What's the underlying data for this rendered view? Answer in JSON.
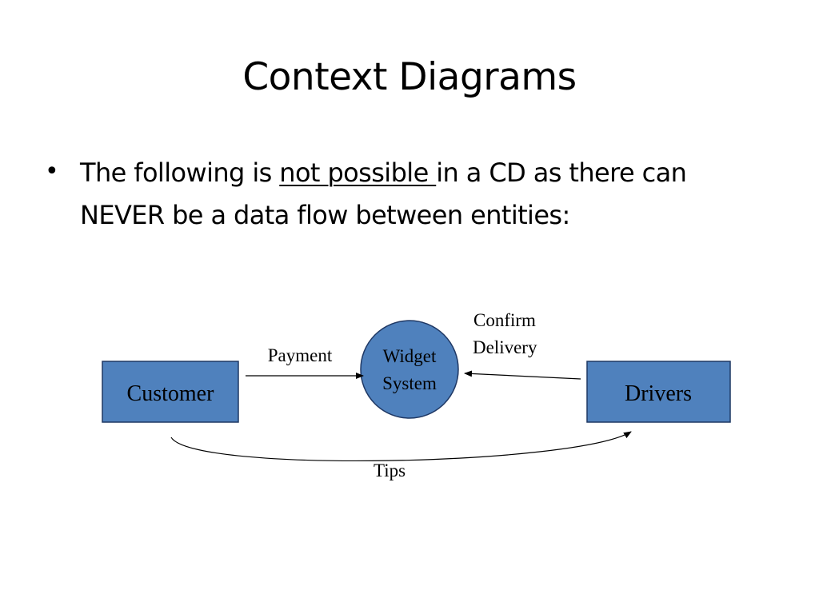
{
  "slide": {
    "title": "Context Diagrams",
    "bullet": {
      "before": "The following is ",
      "underlined": "not possible ",
      "after": "in a CD as there can NEVER be a data flow between entities:"
    }
  },
  "diagram": {
    "entities": {
      "customer": "Customer",
      "drivers": "Drivers"
    },
    "process": {
      "line1": "Widget",
      "line2": "System"
    },
    "flows": {
      "payment": "Payment",
      "confirm_line1": "Confirm",
      "confirm_line2": "Delivery",
      "tips": "Tips"
    },
    "colors": {
      "fill": "#4f81bd",
      "stroke": "#1f3864"
    }
  }
}
